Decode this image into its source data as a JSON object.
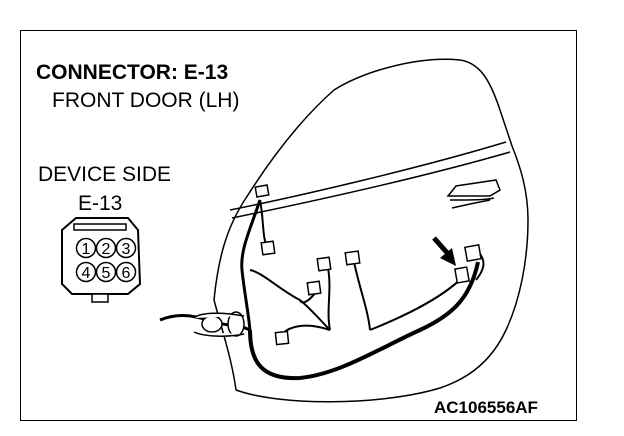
{
  "labels": {
    "title": "CONNECTOR: E-13",
    "subtitle": "FRONT DOOR (LH)",
    "device_side": "DEVICE SIDE",
    "device_code": "E-13",
    "figure_code": "AC106556AF"
  },
  "connector": {
    "pins": [
      "1",
      "2",
      "3",
      "4",
      "5",
      "6"
    ]
  }
}
